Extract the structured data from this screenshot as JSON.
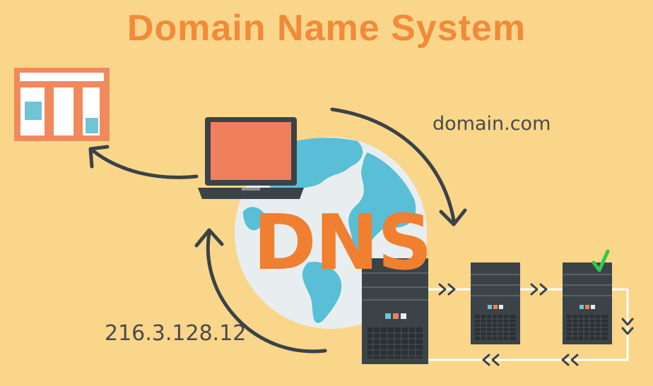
{
  "title": "Domain Name System",
  "labels": {
    "domain": "domain.com",
    "ip": "216.3.128.12",
    "center": "DNS"
  },
  "colors": {
    "background": "#F9D68A",
    "accent_orange": "#F07F30",
    "dark_gray": "#3B4248",
    "globe_ocean": "#E8EEF0",
    "globe_land": "#58BFD6",
    "check_green": "#2EC94A"
  },
  "icons": {
    "webpage": "webpage-icon",
    "laptop": "laptop-icon",
    "globe": "globe-icon",
    "server": "server-icon",
    "check": "check-icon"
  }
}
